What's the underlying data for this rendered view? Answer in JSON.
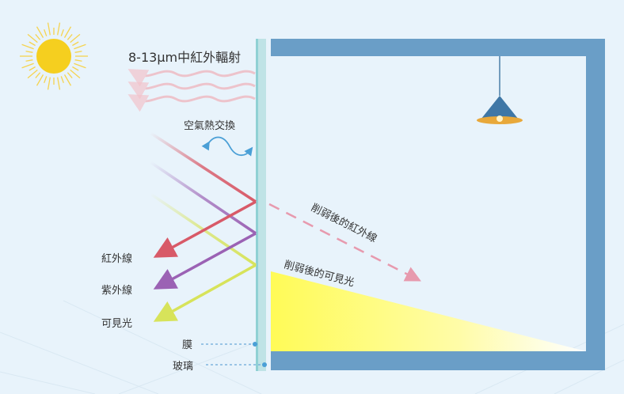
{
  "labels": {
    "ir_radiation": "8-13μm中紅外輻射",
    "air_exchange": "空氣熱交換",
    "weakened_ir": "削弱後的紅外線",
    "weakened_visible": "削弱後的可見光",
    "infrared": "紅外線",
    "ultraviolet": "紫外線",
    "visible": "可見光",
    "film": "膜",
    "glass": "玻璃"
  },
  "colors": {
    "background": "#e8f3fb",
    "wall": "#6a9ec7",
    "sun": "#f5cf1f",
    "infrared": "#d85a68",
    "ultraviolet": "#9b62b4",
    "visible": "#d7e35a",
    "glass": "#bfe3e6"
  },
  "icons": {
    "sun": "sun-icon",
    "lamp": "pendant-lamp-icon"
  }
}
